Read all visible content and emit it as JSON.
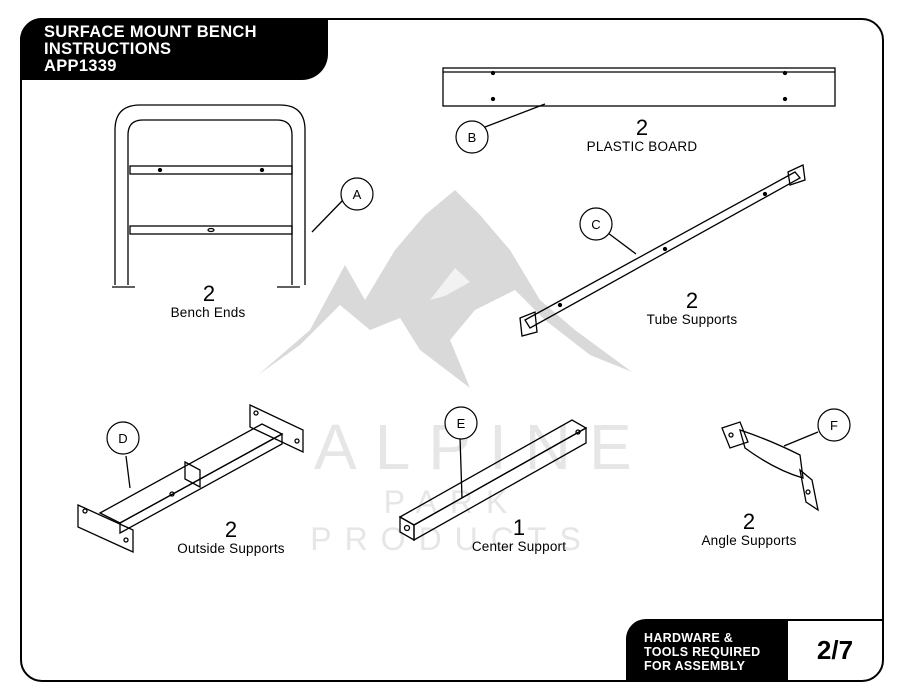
{
  "header": {
    "title_lines": [
      "SURFACE MOUNT BENCH",
      "INSTRUCTIONS",
      "APP1339"
    ]
  },
  "watermark": {
    "name": "ALPINE",
    "tagline": "PARK PRODUCTS"
  },
  "parts": [
    {
      "letter": "A",
      "count": "2",
      "label": "Bench Ends"
    },
    {
      "letter": "B",
      "count": "2",
      "label": "PLASTIC BOARD"
    },
    {
      "letter": "C",
      "count": "2",
      "label": "Tube Supports"
    },
    {
      "letter": "D",
      "count": "2",
      "label": "Outside Supports"
    },
    {
      "letter": "E",
      "count": "1",
      "label": "Center Support"
    },
    {
      "letter": "F",
      "count": "2",
      "label": "Angle Supports"
    }
  ],
  "footer": {
    "section_lines": [
      "HARDWARE &",
      "TOOLS REQUIRED",
      "FOR ASSEMBLY"
    ],
    "page_number": "2/7"
  }
}
